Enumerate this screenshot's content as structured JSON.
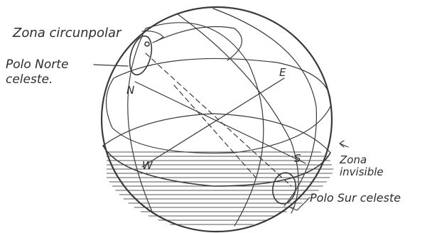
{
  "labels": {
    "zona_circumpolar": "Zona circunpolar",
    "polo_norte_line1": "Polo Norte",
    "polo_norte_line2": "celeste.",
    "north": "N",
    "east": "E",
    "west": "W",
    "south": "S",
    "zona_invisible_line1": "Zona",
    "zona_invisible_line2": "invisible",
    "polo_sur": "Polo Sur celeste"
  },
  "colors": {
    "ink": "#3a3a3a",
    "background": "#ffffff"
  }
}
